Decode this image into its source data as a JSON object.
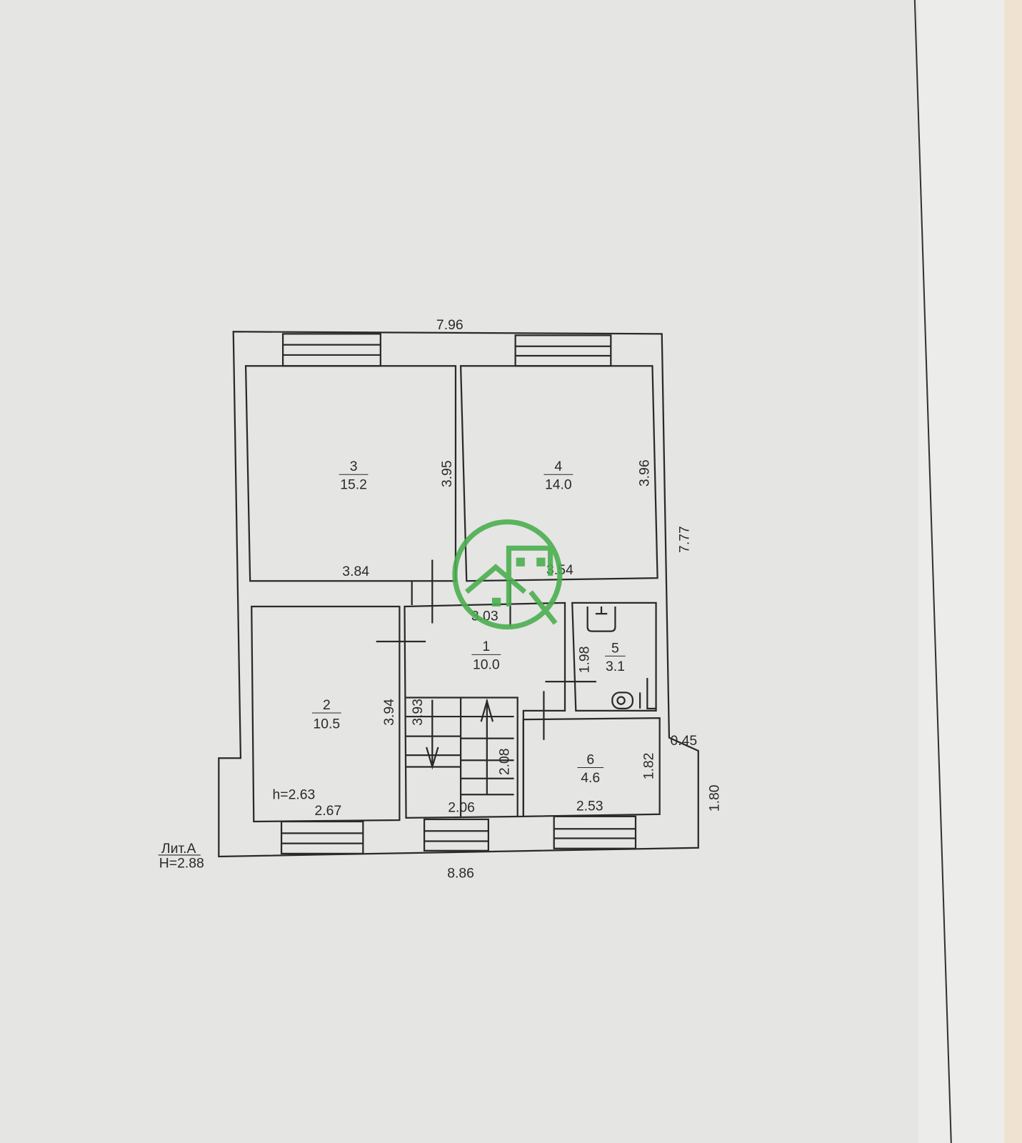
{
  "plan": {
    "title": "Лит.А",
    "height_label": "H=2.88",
    "ceiling_label": "h=2.63",
    "overall": {
      "top": "7.96",
      "bottom": "8.86",
      "right": "7.77",
      "step_depth": "0.45",
      "step_height": "1.80"
    },
    "rooms": [
      {
        "number": "1",
        "area": "10.0",
        "width": "3.03",
        "depth": "3.93"
      },
      {
        "number": "2",
        "area": "10.5",
        "width": "2.67",
        "depth": "3.94"
      },
      {
        "number": "3",
        "area": "15.2",
        "width": "3.84",
        "depth": "3.95"
      },
      {
        "number": "4",
        "area": "14.0",
        "width": "3.54",
        "depth": "3.96"
      },
      {
        "number": "5",
        "area": "3.1",
        "depth": "1.98"
      },
      {
        "number": "6",
        "area": "4.6",
        "width": "2.53",
        "depth": "1.82"
      }
    ],
    "stairs": {
      "width": "2.06",
      "length": "2.08"
    }
  },
  "colors": {
    "paper": "#e4e4e2",
    "ink": "#2a2a2a",
    "watermark": "#4caf50",
    "margin_strip": "#efe3cf"
  }
}
